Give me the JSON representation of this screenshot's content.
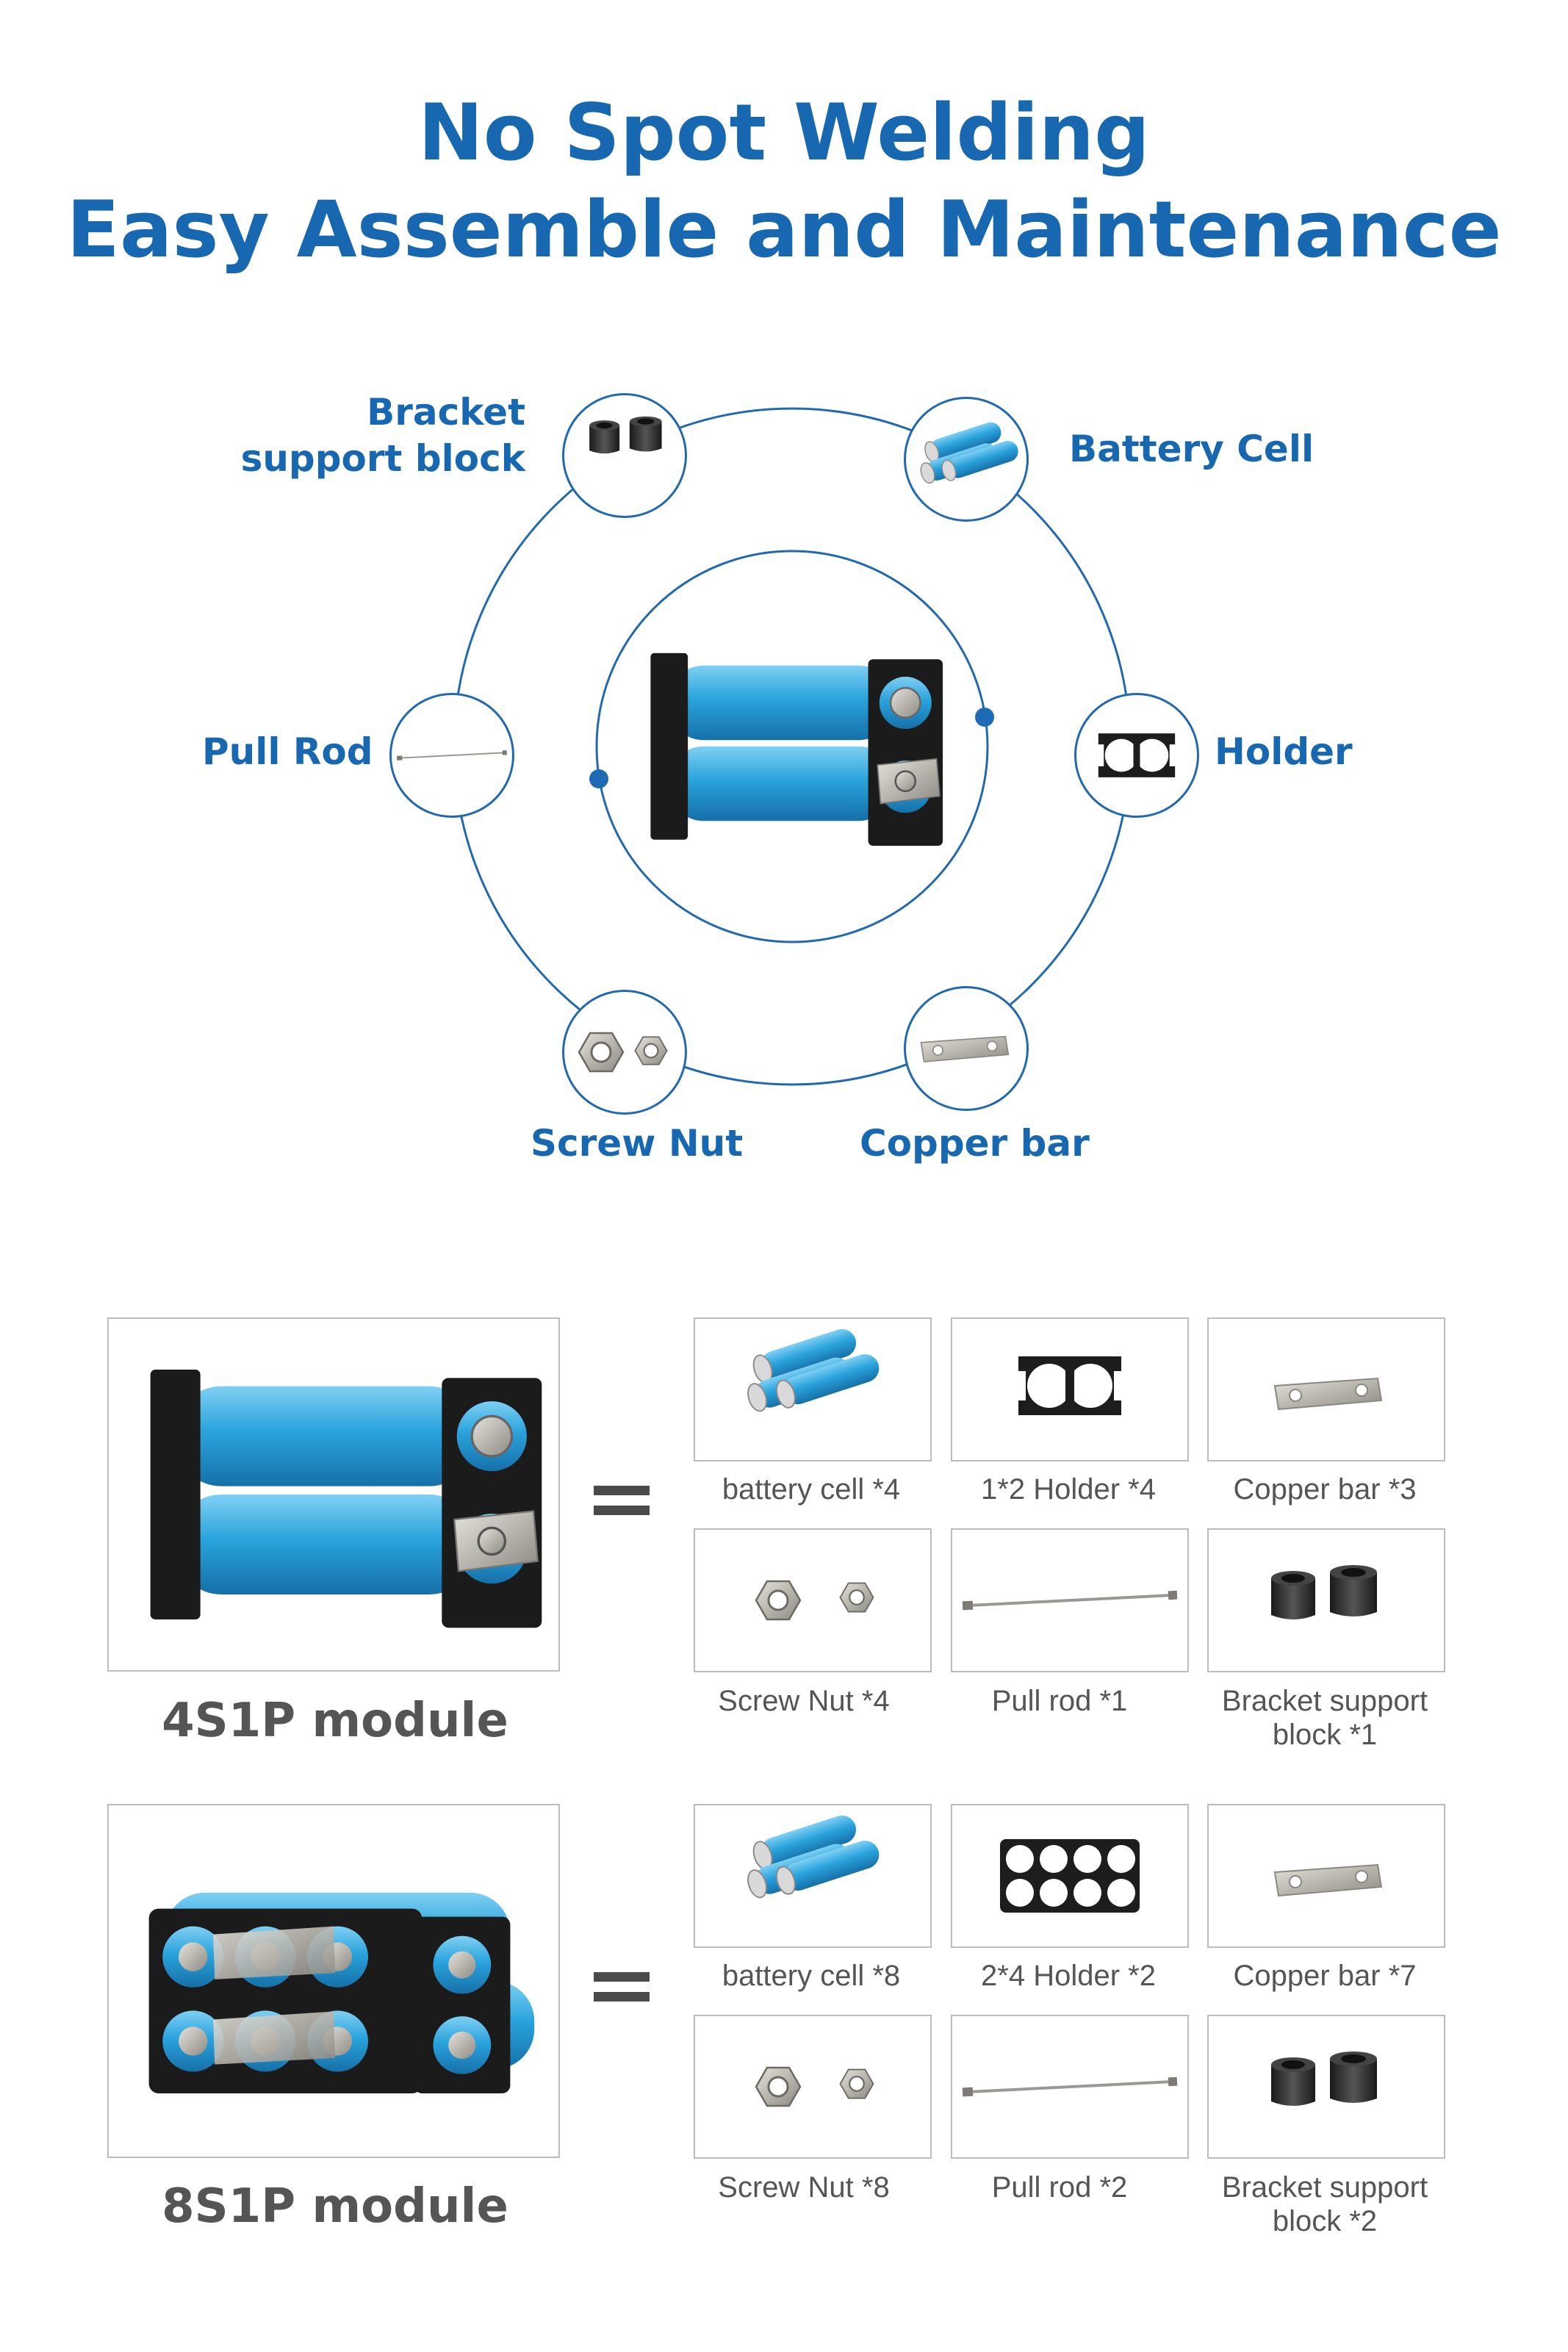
{
  "header": {
    "title_line1": "No Spot Welding",
    "title_line2": "Easy Assemble and Maintenance"
  },
  "diagram": {
    "labels": {
      "bracket_line1": "Bracket",
      "bracket_line2": "support block",
      "battery": "Battery Cell",
      "pullrod": "Pull Rod",
      "holder": "Holder",
      "screwnut": "Screw Nut",
      "copperbar": "Copper bar"
    }
  },
  "modules": [
    {
      "name": "4S1P module",
      "parts": [
        "battery cell *4",
        "1*2 Holder *4",
        "Copper bar *3",
        "Screw Nut *4",
        "Pull rod *1",
        "Bracket support block *1"
      ]
    },
    {
      "name": "8S1P module",
      "parts": [
        "battery cell *8",
        "2*4 Holder *2",
        "Copper bar *7",
        "Screw Nut *8",
        "Pull rod *2",
        "Bracket support block *2"
      ]
    }
  ],
  "colors": {
    "title_blue": "#1768b0",
    "ring_blue": "#2269ad",
    "cell_blue": "#2aa3dc",
    "text_gray": "#555555"
  }
}
